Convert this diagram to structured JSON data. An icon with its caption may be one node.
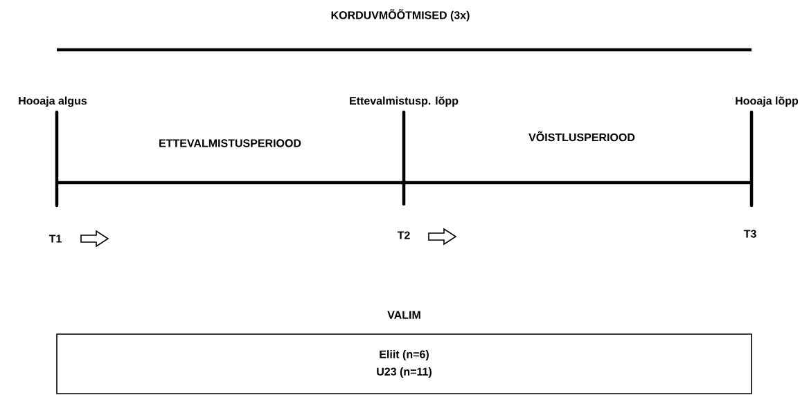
{
  "diagram": {
    "title": "KORDUVMÕÕTMISED (3x)",
    "nodes": [
      {
        "text": [
          "VALIM",
          "Eliit (n=6)",
          "U23 (n=11)"
        ]
      }
    ],
    "labels": [
      "Hooaja algus",
      "Ettevalmistusp. lõpp",
      "Hooaja lõpp",
      "ETTEVALMISTUSPERIOOD",
      "VÕISTLUSPERIOOD",
      "T1",
      "T2",
      "T3"
    ]
  }
}
